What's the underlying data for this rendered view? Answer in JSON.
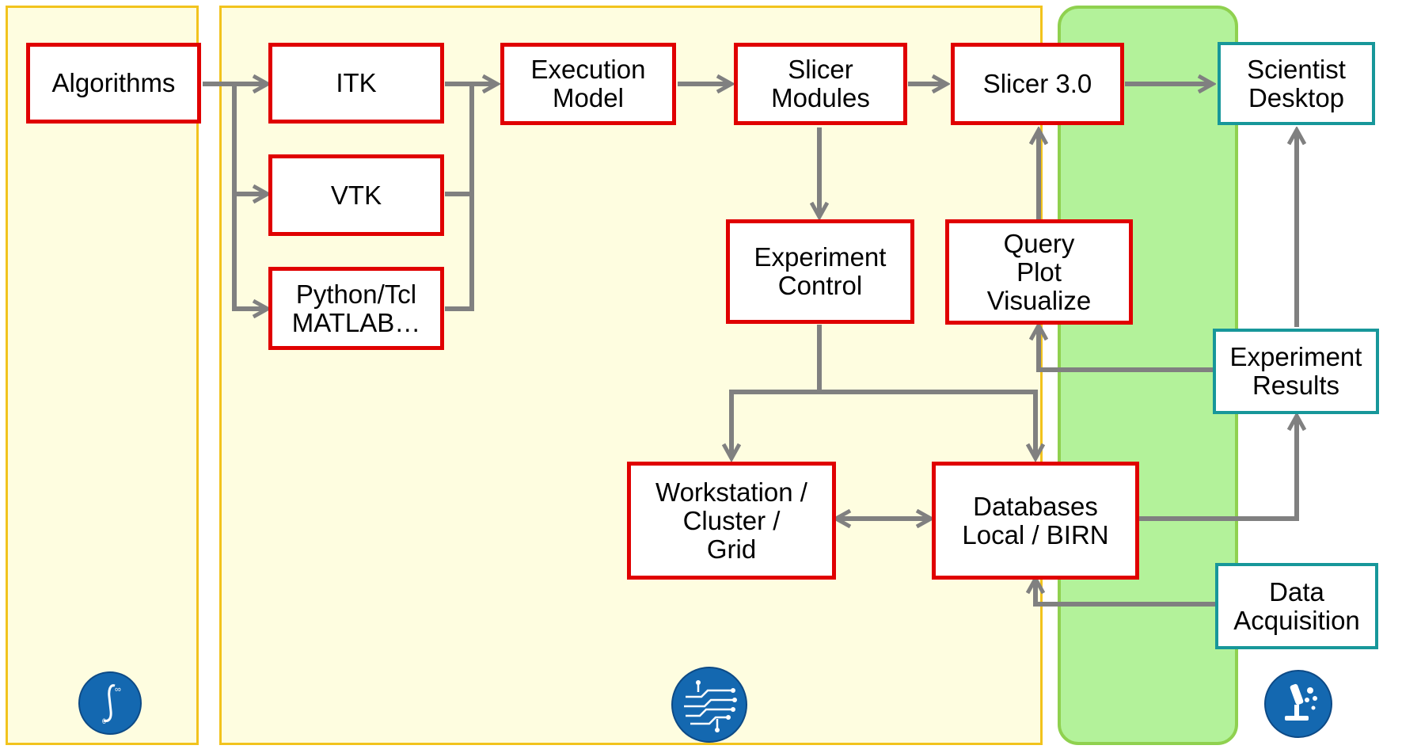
{
  "colors": {
    "panel_fill": "#fefde0",
    "panel_border": "#f2c31d",
    "right_panel_fill": "#b3f29a",
    "right_panel_border": "#8fd14f",
    "red_box_border": "#e00000",
    "teal_box_border": "#17979a",
    "arrow": "#808080",
    "logo": "#1468b0"
  },
  "boxes": {
    "algorithms": "Algorithms",
    "itk": "ITK",
    "vtk": "VTK",
    "python": "Python/Tcl\nMATLAB…",
    "execution_model": "Execution\nModel",
    "slicer_modules": "Slicer\nModules",
    "slicer3": "Slicer 3.0",
    "scientist_desktop": "Scientist\nDesktop",
    "experiment_control": "Experiment\nControl",
    "query": "Query\nPlot\nVisualize",
    "experiment_results": "Experiment\nResults",
    "workstation": "Workstation /\nCluster /\nGrid",
    "databases": "Databases\nLocal / BIRN",
    "data_acquisition": "Data\nAcquisition"
  },
  "logos": {
    "left": "integral-logo",
    "middle": "circuit-logo",
    "right": "microscope-logo"
  }
}
